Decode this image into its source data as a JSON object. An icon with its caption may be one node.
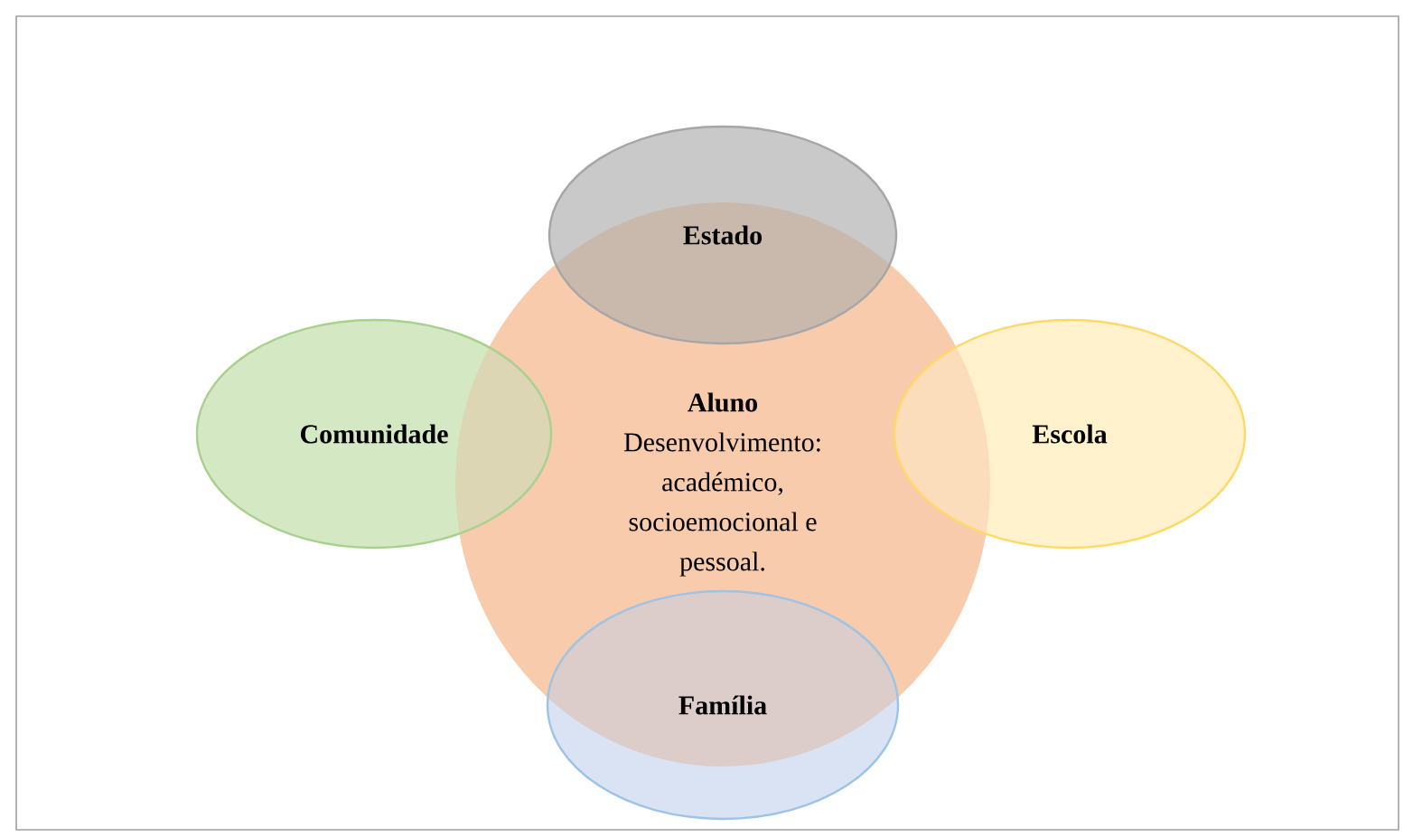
{
  "diagram": {
    "nodes": [
      {
        "text": [
          "Estado"
        ]
      },
      {
        "text": [
          "Aluno",
          "Desenvolvimento: académico, socioemocional e pessoal."
        ]
      },
      {
        "text": [
          "Comunidade"
        ]
      },
      {
        "text": [
          "Escola"
        ]
      },
      {
        "text": [
          "Família"
        ]
      }
    ]
  }
}
